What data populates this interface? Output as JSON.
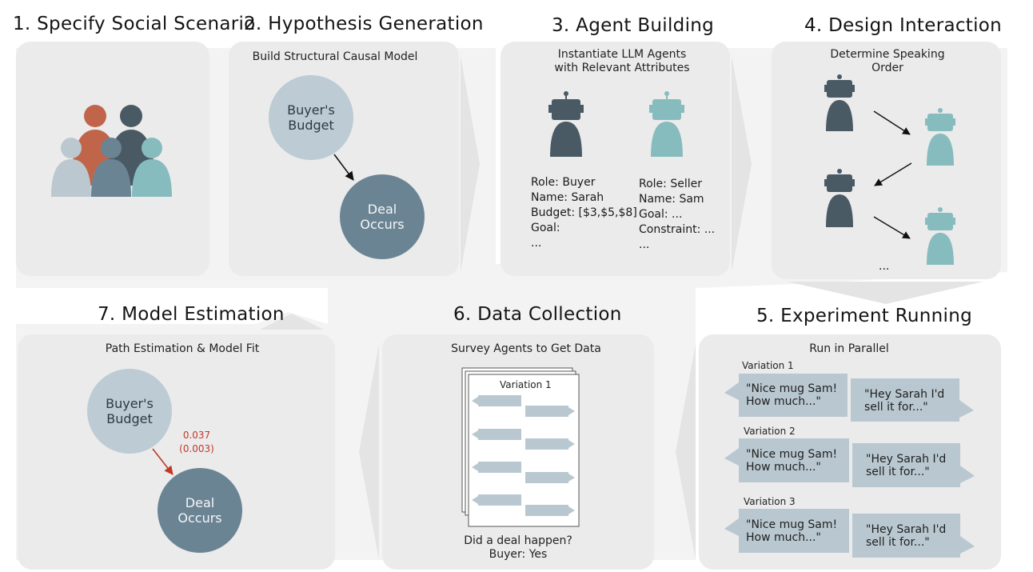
{
  "colors": {
    "panel": "#ebebeb",
    "band": "#f3f3f3",
    "agent_dark": "#4a5a64",
    "agent_teal": "#87bcbf",
    "node_light": "#bccbd4",
    "node_dark": "#6b8494",
    "person_orange": "#c0654a",
    "person_light": "#bcc8d0",
    "person_blue": "#6b8494",
    "bubble": "#b9c8d0",
    "estimate_red": "#c0392b"
  },
  "steps": {
    "s1": {
      "title": "1. Specify Social Scenario"
    },
    "s2": {
      "title": "2. Hypothesis Generation",
      "subtitle": "Build Structural Causal Model",
      "node_a": "Buyer's\nBudget",
      "node_b": "Deal\nOccurs"
    },
    "s3": {
      "title": "3. Agent Building",
      "subtitle": "Instantiate LLM Agents\nwith Relevant Attributes",
      "buyer_attrs": "Role: Buyer\nName: Sarah\nBudget: [$3,$5,$8]\nGoal:\n...",
      "seller_attrs": "Role: Seller\nName: Sam\nGoal: ...\nConstraint: ...\n..."
    },
    "s4": {
      "title": "4. Design Interaction",
      "subtitle": "Determine Speaking\nOrder",
      "ellipsis": "..."
    },
    "s5": {
      "title": "5. Experiment Running",
      "subtitle": "Run in Parallel",
      "variations": [
        {
          "label": "Variation 1",
          "buyer_msg": "\"Nice mug Sam!\nHow much...\"",
          "seller_msg": "\"Hey Sarah I'd\nsell it for...\""
        },
        {
          "label": "Variation 2",
          "buyer_msg": "\"Nice mug Sam!\nHow much...\"",
          "seller_msg": "\"Hey Sarah I'd\nsell it for...\""
        },
        {
          "label": "Variation 3",
          "buyer_msg": "\"Nice mug Sam!\nHow much...\"",
          "seller_msg": "\"Hey Sarah I'd\nsell it for...\""
        }
      ]
    },
    "s6": {
      "title": "6. Data Collection",
      "subtitle": "Survey Agents to Get Data",
      "doc_label": "Variation 1",
      "question": "Did a deal happen?",
      "answer": "Buyer: Yes"
    },
    "s7": {
      "title": "7. Model Estimation",
      "subtitle": "Path Estimation & Model Fit",
      "node_a": "Buyer's\nBudget",
      "node_b": "Deal\nOccurs",
      "coefficient": "0.037",
      "std_error": "(0.003)"
    }
  }
}
